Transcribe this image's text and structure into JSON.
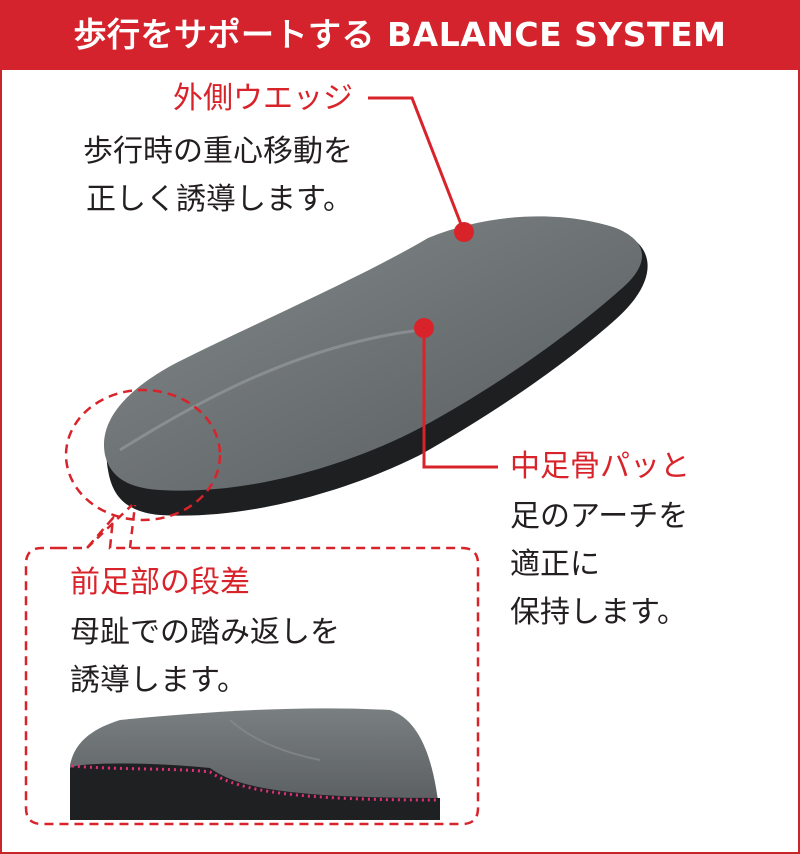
{
  "header": {
    "title": "歩行をサポートする BALANCE SYSTEM"
  },
  "callouts": {
    "outer_edge": {
      "title": "外側ウエッジ",
      "lines": [
        "歩行時の重心移動を",
        "正しく誘導します。"
      ]
    },
    "midfoot_pad": {
      "title": "中足骨パッと",
      "lines": [
        "足のアーチを",
        "適正に",
        "保持します。"
      ]
    },
    "forefoot_step": {
      "title": "前足部の段差",
      "lines": [
        "母趾での踏み返しを",
        "誘導します。"
      ]
    }
  },
  "colors": {
    "accent": "#d4232c",
    "insole_top": "#6b7072",
    "insole_base": "#1e1f21",
    "text": "#231f20"
  }
}
